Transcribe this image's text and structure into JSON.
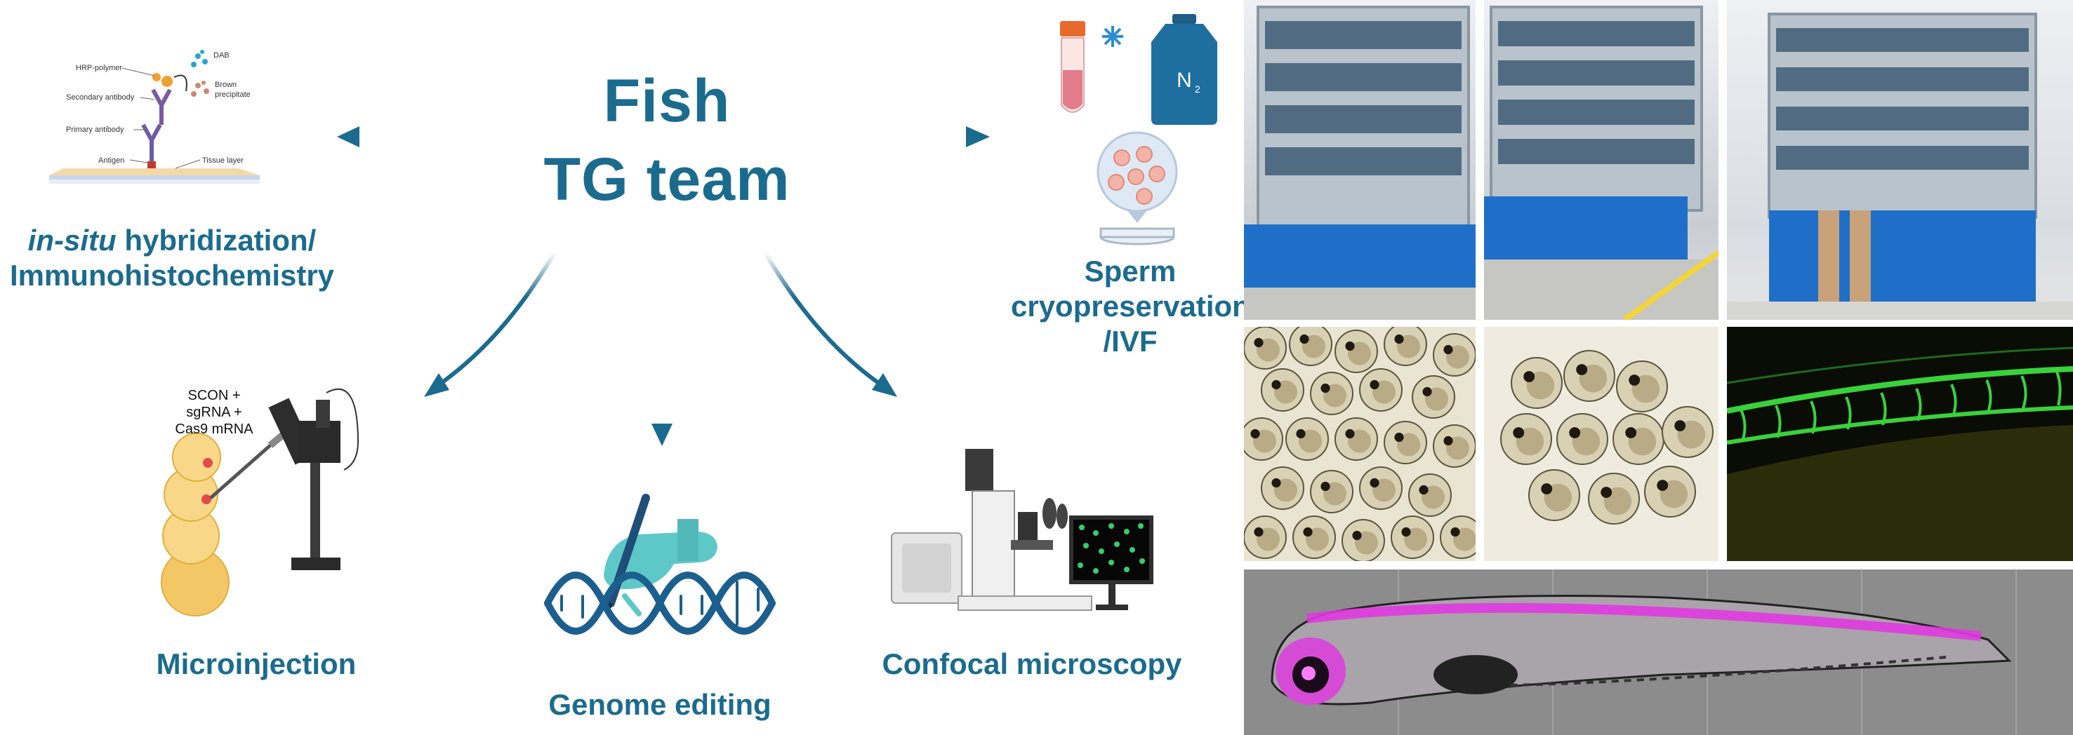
{
  "title": {
    "line1": "Fish",
    "line2": "TG team"
  },
  "ihc": {
    "label_italic": "in-situ",
    "label_rest": " hybridization/",
    "label_line2": "Immunohistochemistry",
    "parts": {
      "hrp": "HRP-polymer",
      "dab": "DAB",
      "brown": "Brown",
      "precipitate": "precipitate",
      "secondary": "Secondary antibody",
      "primary": "Primary antibody",
      "antigen": "Antigen",
      "tissue": "Tissue layer"
    }
  },
  "sperm": {
    "label_line1": "Sperm",
    "label_line2": "cryopreservation",
    "label_line3": "/IVF",
    "tank_label": "N",
    "tank_sub": "2"
  },
  "microinjection": {
    "label": "Microinjection",
    "mix_line1": "SCON +",
    "mix_line2": "sgRNA +",
    "mix_line3": "Cas9 mRNA"
  },
  "genome": {
    "label": "Genome editing"
  },
  "confocal": {
    "label": "Confocal microscopy"
  },
  "colors": {
    "brand": "#1b6b8e",
    "egfp": "#39d23a",
    "magenta": "#e03ae0",
    "embryo_bg": "#e8e4d0"
  },
  "photos": [
    "zebrafish-rack-1",
    "zebrafish-rack-2",
    "zebrafish-rack-3",
    "embryos-many",
    "embryos-few",
    "vasculature-gfp",
    "larva-fluorescent"
  ]
}
